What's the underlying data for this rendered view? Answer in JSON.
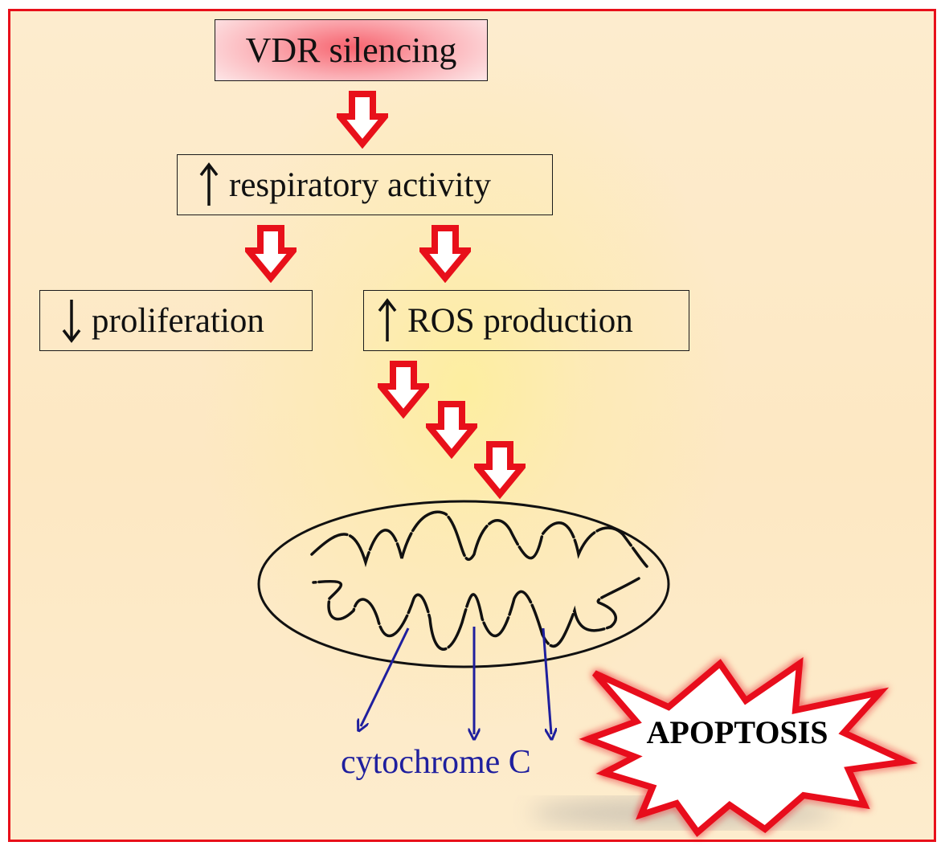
{
  "boxes": {
    "vdr": "VDR silencing",
    "respiratory": "respiratory activity",
    "proliferation": "proliferation",
    "ros": "ROS production"
  },
  "cytochrome_label": "cytochrome C",
  "apoptosis_label": "APOPTOSIS",
  "colors": {
    "frame": "#e8101a",
    "flow_arrow": "#e8101a",
    "cytochrome": "#1f1f9e",
    "vdr_box": "#f7636e",
    "starburst": "#e8101a"
  }
}
